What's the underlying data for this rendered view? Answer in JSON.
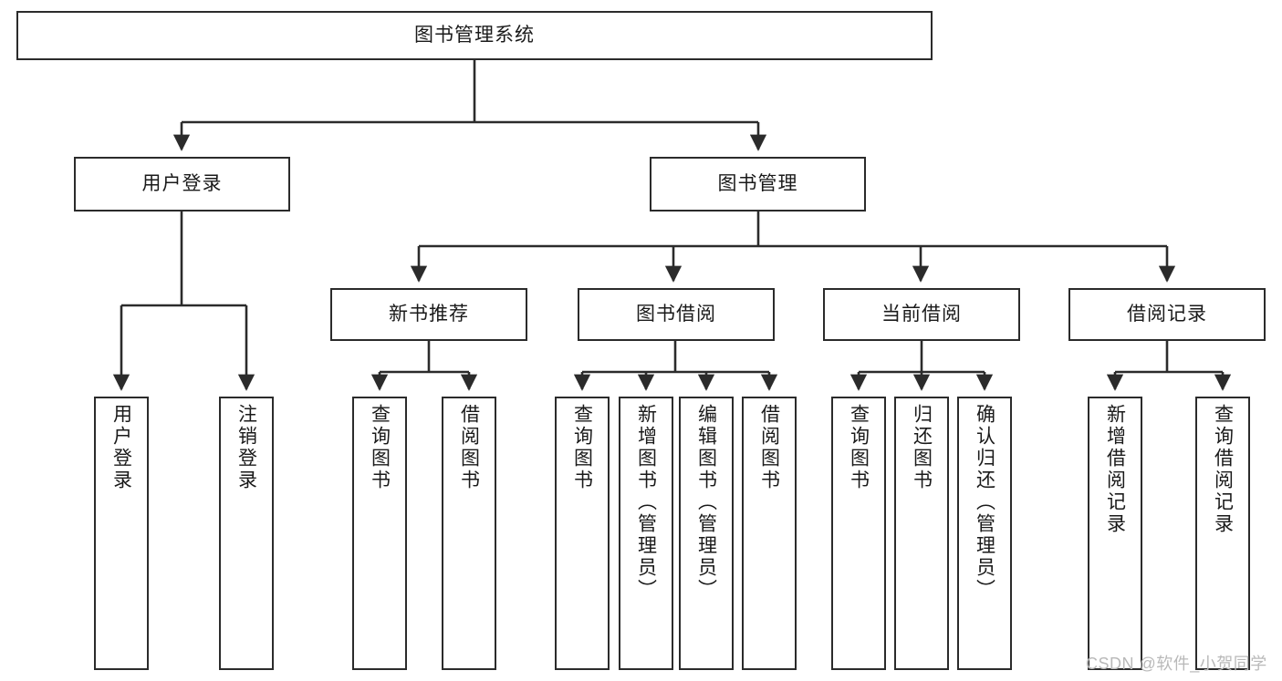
{
  "diagram": {
    "type": "tree",
    "title": "图书管理系统",
    "watermark": "CSDN @软件_小贺同学",
    "colors": {
      "stroke": "#2b2b2b",
      "fill": "#ffffff",
      "text": "#1a1a1a",
      "watermark": "#b9b9b9"
    },
    "nodes": {
      "root": {
        "label": "图书管理系统"
      },
      "level2": [
        {
          "id": "user-login",
          "label": "用户登录"
        },
        {
          "id": "book-management",
          "label": "图书管理"
        }
      ],
      "level3": [
        {
          "id": "new-book-recommend",
          "label": "新书推荐"
        },
        {
          "id": "book-borrow",
          "label": "图书借阅"
        },
        {
          "id": "current-borrow",
          "label": "当前借阅"
        },
        {
          "id": "borrow-record",
          "label": "借阅记录"
        }
      ],
      "leaves": {
        "user_login": [
          {
            "id": "leaf-user-login",
            "label": "用户登录"
          },
          {
            "id": "leaf-logout-login",
            "label": "注销登录"
          }
        ],
        "new_book_recommend": [
          {
            "id": "leaf-query-book-1",
            "label": "查询图书"
          },
          {
            "id": "leaf-borrow-book-1",
            "label": "借阅图书"
          }
        ],
        "book_borrow": [
          {
            "id": "leaf-query-book-2",
            "label": "查询图书"
          },
          {
            "id": "leaf-add-book",
            "label": "新增图书（管理员）"
          },
          {
            "id": "leaf-edit-book",
            "label": "编辑图书（管理员）"
          },
          {
            "id": "leaf-borrow-book-2",
            "label": "借阅图书"
          }
        ],
        "current_borrow": [
          {
            "id": "leaf-query-book-3",
            "label": "查询图书"
          },
          {
            "id": "leaf-return-book",
            "label": "归还图书"
          },
          {
            "id": "leaf-confirm-return",
            "label": "确认归还（管理员）"
          }
        ],
        "borrow_record": [
          {
            "id": "leaf-add-record",
            "label": "新增借阅记录"
          },
          {
            "id": "leaf-query-record",
            "label": "查询借阅记录"
          }
        ]
      }
    }
  }
}
